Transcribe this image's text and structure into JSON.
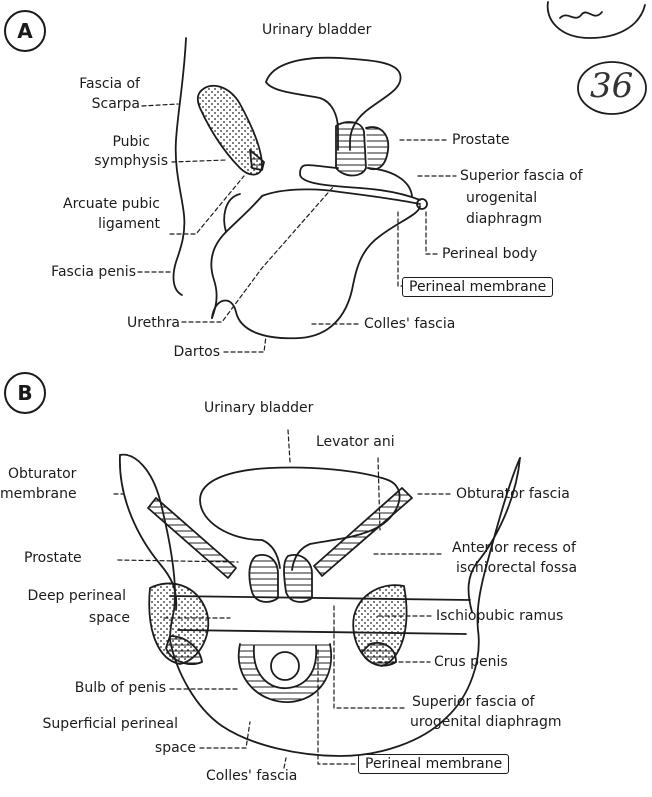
{
  "panel_a": {
    "letter": "A",
    "labels": {
      "urinary_bladder": "Urinary bladder",
      "fascia_of_scarpa_1": "Fascia of",
      "fascia_of_scarpa_2": "Scarpa",
      "pubic_symphysis_1": "Pubic",
      "pubic_symphysis_2": "symphysis",
      "arcuate_pubic_1": "Arcuate pubic",
      "arcuate_pubic_2": "ligament",
      "fascia_penis": "Fascia penis",
      "urethra": "Urethra",
      "dartos": "Dartos",
      "prostate": "Prostate",
      "superior_fascia_1": "Superior fascia of",
      "superior_fascia_2": "urogenital",
      "superior_fascia_3": "diaphragm",
      "perineal_body": "Perineal body",
      "perineal_membrane": "Perineal membrane",
      "colles_fascia": "Colles' fascia"
    }
  },
  "panel_b": {
    "letter": "B",
    "labels": {
      "urinary_bladder": "Urinary bladder",
      "levator_ani": "Levator ani",
      "obturator_membrane_1": "Obturator",
      "obturator_membrane_2": "membrane",
      "obturator_fascia": "Obturator fascia",
      "prostate": "Prostate",
      "anterior_recess_1": "Anterior recess of",
      "anterior_recess_2": "ischiorectal fossa",
      "deep_perineal_1": "Deep perineal",
      "deep_perineal_2": "space",
      "ischiopubic_ramus": "Ischiopubic ramus",
      "crus_penis": "Crus penis",
      "bulb_of_penis": "Bulb of penis",
      "superior_fascia_1": "Superior fascia of",
      "superior_fascia_2": "urogenital diaphragm",
      "superficial_perineal_1": "Superficial perineal",
      "superficial_perineal_2": "space",
      "perineal_membrane": "Perineal membrane",
      "colles_fascia": "Colles' fascia"
    }
  },
  "page_number": "36"
}
